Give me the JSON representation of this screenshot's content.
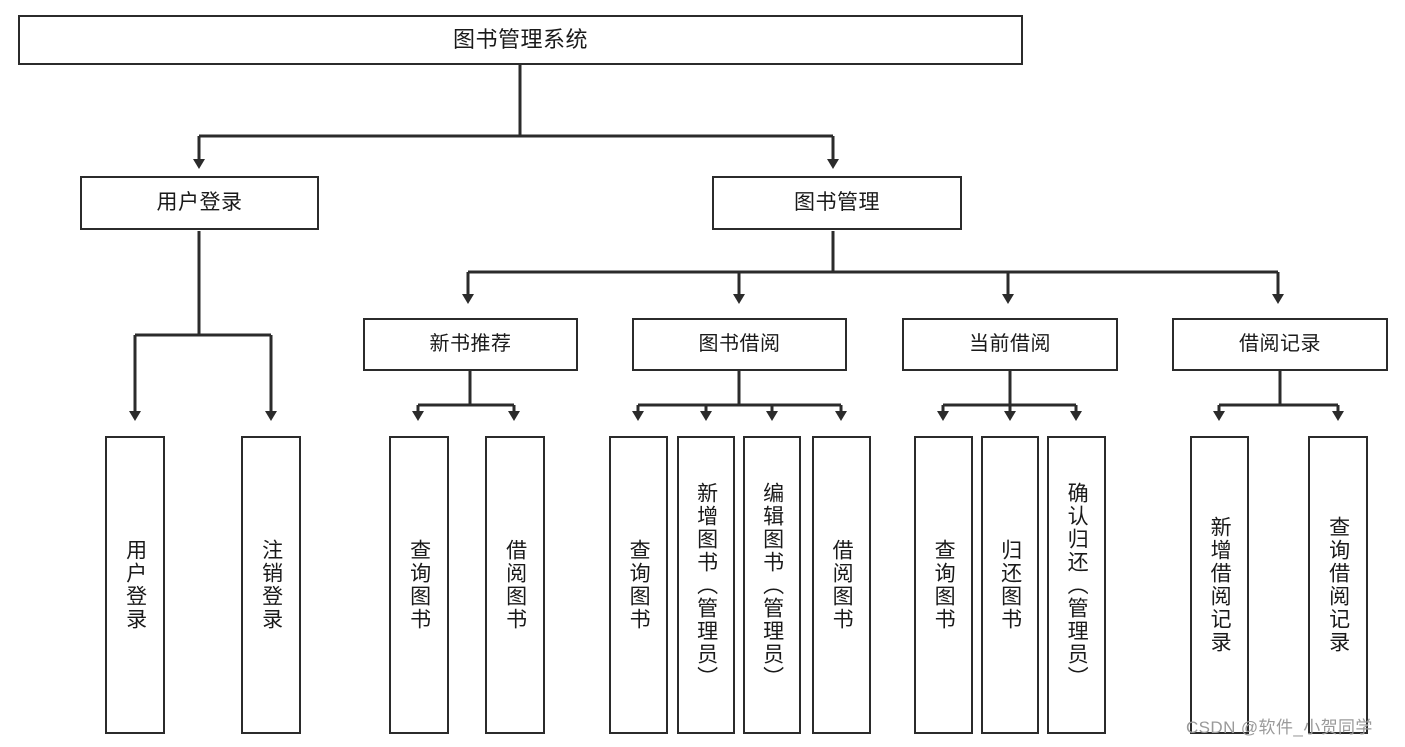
{
  "diagram": {
    "title": "图书管理系统",
    "type": "tree-hierarchy",
    "colors": {
      "box_border": "#2b2b2b",
      "box_fill": "#ffffff",
      "connector": "#2b2b2b",
      "text": "#1a1a1a",
      "watermark": "#9a9a9a"
    }
  },
  "root": {
    "label": "图书管理系统"
  },
  "level1": [
    {
      "label": "用户登录"
    },
    {
      "label": "图书管理"
    }
  ],
  "level2": [
    {
      "label": "新书推荐"
    },
    {
      "label": "图书借阅"
    },
    {
      "label": "当前借阅"
    },
    {
      "label": "借阅记录"
    }
  ],
  "leaves": {
    "user_login": [
      {
        "label": "用户登录"
      },
      {
        "label": "注销登录"
      }
    ],
    "new_book": [
      {
        "label": "查询图书"
      },
      {
        "label": "借阅图书"
      }
    ],
    "book_borrow": [
      {
        "label": "查询图书"
      },
      {
        "label": "新增图书（管理员）"
      },
      {
        "label": "编辑图书（管理员）"
      },
      {
        "label": "借阅图书"
      }
    ],
    "current_borrow": [
      {
        "label": "查询图书"
      },
      {
        "label": "归还图书"
      },
      {
        "label": "确认归还（管理员）"
      }
    ],
    "borrow_record": [
      {
        "label": "新增借阅记录"
      },
      {
        "label": "查询借阅记录"
      }
    ]
  },
  "watermark": {
    "text": "CSDN @软件_小贺同学"
  }
}
